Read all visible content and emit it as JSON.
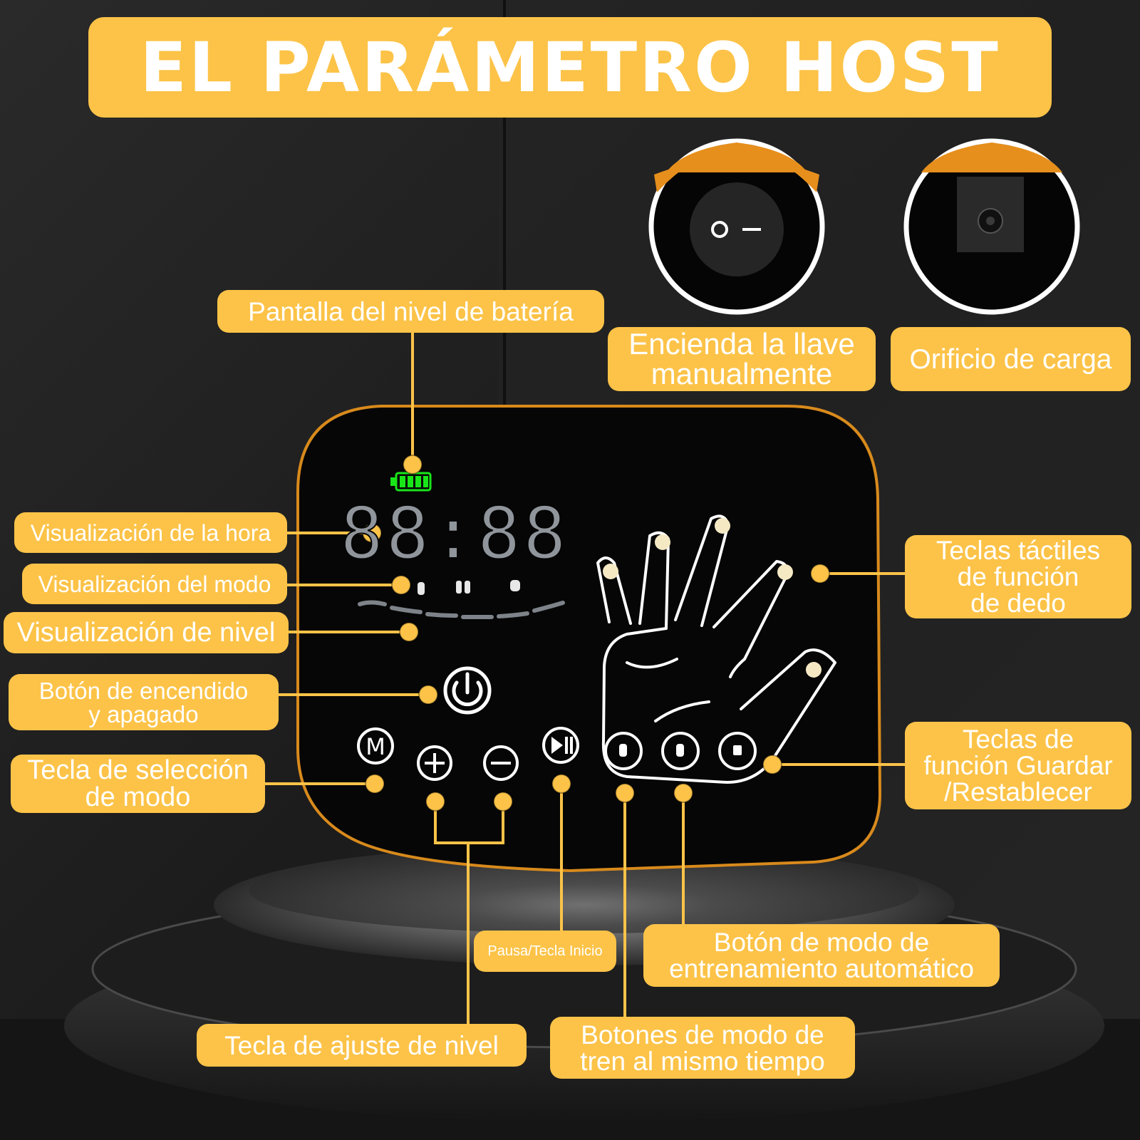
{
  "title": "EL PARÁMETRO HOST",
  "clock": "88:88",
  "colors": {
    "accent": "#fcc348",
    "label_text": "#ffffff",
    "battery": "#19e619",
    "panel": "#060606",
    "panel_border": "#d88a1c",
    "segments": "#8f959b"
  },
  "callouts": {
    "battery_level": "Pantalla del nivel de batería",
    "manual_switch": "Encienda la llave\nmanualmente",
    "charging_port": "Orificio de carga",
    "time_display": "Visualización de la hora",
    "mode_display": "Visualización del modo",
    "level_display": "Visualización de nivel",
    "power_button": "Botón de encendido\ny apagado",
    "mode_key": "Tecla de selección\nde modo",
    "finger_keys": "Teclas táctiles\nde función\nde dedo",
    "save_reset_keys": "Teclas de\nfunción Guardar\n/Restablecer",
    "pause_start_key": "Pausa/Tecla Inicio",
    "auto_training": "Botón de modo de\nentrenamiento automático",
    "simultaneous_train": "Botones de modo de\ntren al mismo tiempo",
    "level_adjust": "Tecla de ajuste de nivel"
  },
  "icons": {
    "mode": "mode-m-icon",
    "plus": "plus-icon",
    "minus": "minus-icon",
    "play_pause": "play-pause-icon",
    "power": "power-icon",
    "switch": "rocker-switch-icon",
    "port": "charging-port-icon"
  }
}
